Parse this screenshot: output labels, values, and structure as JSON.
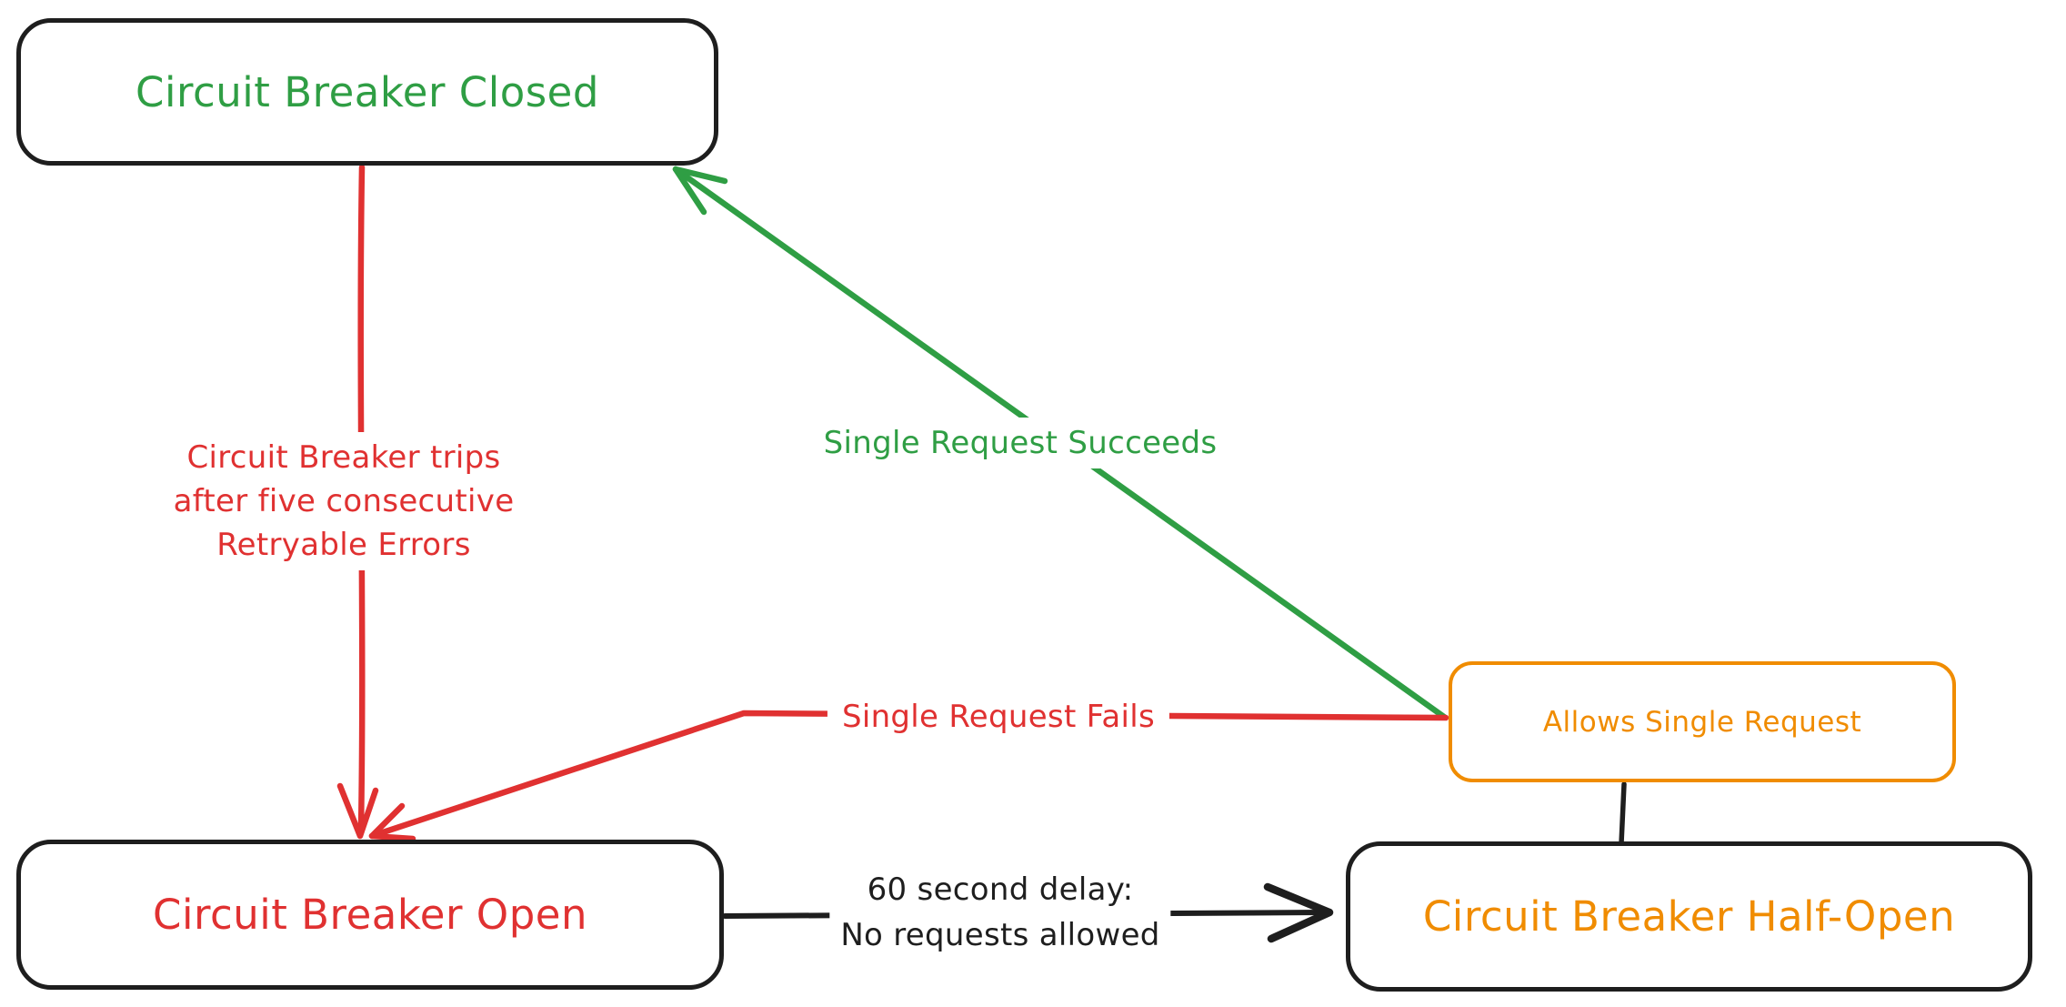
{
  "colors": {
    "ink": "#1e1e1e",
    "red": "#e03131",
    "green": "#2f9e44",
    "orange": "#f08c00",
    "background": "#ffffff"
  },
  "nodes": {
    "closed": {
      "label": "Circuit Breaker Closed",
      "text_color": "#2f9e44",
      "border_color": "#1e1e1e"
    },
    "open": {
      "label": "Circuit Breaker Open",
      "text_color": "#e03131",
      "border_color": "#1e1e1e"
    },
    "half_open": {
      "label": "Circuit Breaker Half-Open",
      "text_color": "#f08c00",
      "border_color": "#1e1e1e"
    },
    "allows": {
      "label": "Allows Single Request",
      "text_color": "#f08c00",
      "border_color": "#f08c00"
    }
  },
  "edges": {
    "trips": {
      "from": "closed",
      "to": "open",
      "color": "#e03131",
      "lines": [
        "Circuit Breaker trips",
        "after five consecutive",
        "Retryable Errors"
      ]
    },
    "succeeds": {
      "from": "allows",
      "to": "closed",
      "color": "#2f9e44",
      "label": "Single Request Succeeds"
    },
    "fails": {
      "from": "allows",
      "to": "open",
      "color": "#e03131",
      "label": "Single Request Fails"
    },
    "delay": {
      "from": "open",
      "to": "half_open",
      "color": "#1e1e1e",
      "lines": [
        "60 second delay:",
        "No requests allowed"
      ]
    },
    "connector": {
      "from": "allows",
      "to": "half_open",
      "color": "#1e1e1e",
      "label": ""
    }
  }
}
